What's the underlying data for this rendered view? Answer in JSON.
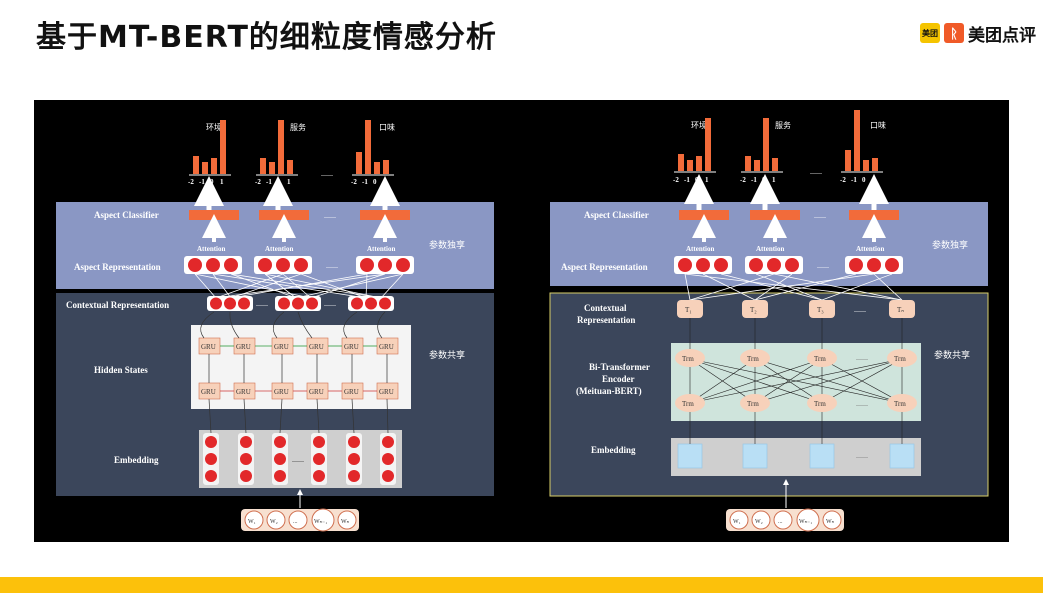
{
  "page_title": "基于MT-BERT的细粒度情感分析",
  "logo": {
    "badge": "美团",
    "mark": "",
    "name": "美团点评"
  },
  "aspects": [
    "环境",
    "服务",
    "口味"
  ],
  "ticks": [
    "-2",
    "-1",
    "0",
    "1"
  ],
  "ellipsis": "......",
  "left": {
    "aspect_classifier": "Aspect Classifier",
    "attention": "Attention",
    "aspect_representation": "Aspect Representation",
    "exclusive_params": "参数独享",
    "contextual_representation": "Contextual Representation",
    "hidden_states": "Hidden States",
    "gru": "GRU",
    "shared_params": "参数共享",
    "embedding": "Embedding",
    "inputs": [
      "W₁",
      "W₂",
      "...",
      "Wₙ₋₁",
      "Wₙ"
    ]
  },
  "right": {
    "aspect_classifier": "Aspect Classifier",
    "attention": "Attention",
    "aspect_representation": "Aspect Representation",
    "exclusive_params": "参数独享",
    "contextual_representation_1": "Contextual",
    "contextual_representation_2": "Representation",
    "tokens": [
      "T₁",
      "T₂",
      "T₃",
      "Tₙ"
    ],
    "encoder_1": "Bi-Transformer",
    "encoder_2": "Encoder",
    "encoder_3": "(Meituan-BERT)",
    "trm": "Trm",
    "shared_params": "参数共享",
    "embedding": "Embedding",
    "inputs": [
      "W₁",
      "W₂",
      "...",
      "Wₙ₋₁",
      "Wₙ"
    ]
  },
  "colors": {
    "bar": "#f26b3a",
    "accent_band": "#fcc10b",
    "panel_top": "#8a97c4",
    "panel_bottom": "#3b465b",
    "red_node": "#e2282a"
  }
}
